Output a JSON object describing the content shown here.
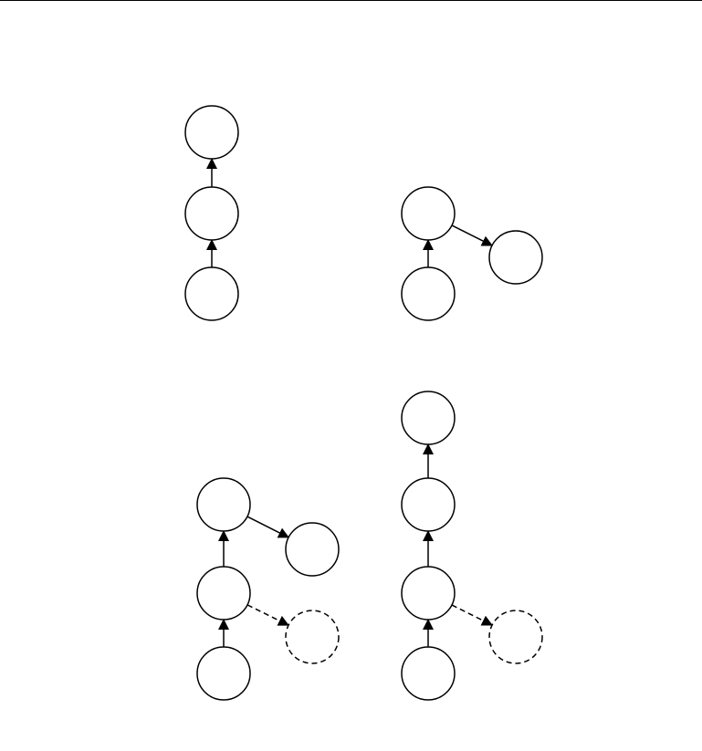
{
  "colors": {
    "stroke": "#000000",
    "fill": "#ffffff"
  },
  "diagrams": [
    {
      "id": "top-left-chain",
      "nodes": [
        {
          "id": "a1",
          "style": "solid"
        },
        {
          "id": "a2",
          "style": "solid"
        },
        {
          "id": "a3",
          "style": "solid"
        }
      ],
      "edges": [
        {
          "from": "a3",
          "to": "a2",
          "style": "solid"
        },
        {
          "from": "a2",
          "to": "a1",
          "style": "solid"
        }
      ]
    },
    {
      "id": "top-right-branch",
      "nodes": [
        {
          "id": "b1",
          "style": "solid"
        },
        {
          "id": "b2",
          "style": "solid"
        },
        {
          "id": "b3",
          "style": "solid"
        }
      ],
      "edges": [
        {
          "from": "b3",
          "to": "b1",
          "style": "solid"
        },
        {
          "from": "b1",
          "to": "b2",
          "style": "solid"
        }
      ]
    },
    {
      "id": "bottom-left-graph",
      "nodes": [
        {
          "id": "c1",
          "style": "solid"
        },
        {
          "id": "c2",
          "style": "solid"
        },
        {
          "id": "c3",
          "style": "solid"
        },
        {
          "id": "c4",
          "style": "dashed"
        },
        {
          "id": "c5",
          "style": "solid"
        }
      ],
      "edges": [
        {
          "from": "c5",
          "to": "c3",
          "style": "solid"
        },
        {
          "from": "c3",
          "to": "c1",
          "style": "solid"
        },
        {
          "from": "c1",
          "to": "c2",
          "style": "solid"
        },
        {
          "from": "c3",
          "to": "c4",
          "style": "dashed"
        }
      ]
    },
    {
      "id": "bottom-right-graph",
      "nodes": [
        {
          "id": "d1",
          "style": "solid"
        },
        {
          "id": "d2",
          "style": "solid"
        },
        {
          "id": "d3",
          "style": "solid"
        },
        {
          "id": "d4",
          "style": "dashed"
        },
        {
          "id": "d5",
          "style": "solid"
        }
      ],
      "edges": [
        {
          "from": "d5",
          "to": "d3",
          "style": "solid"
        },
        {
          "from": "d3",
          "to": "d2",
          "style": "solid"
        },
        {
          "from": "d2",
          "to": "d1",
          "style": "solid"
        },
        {
          "from": "d3",
          "to": "d4",
          "style": "dashed"
        }
      ]
    }
  ]
}
